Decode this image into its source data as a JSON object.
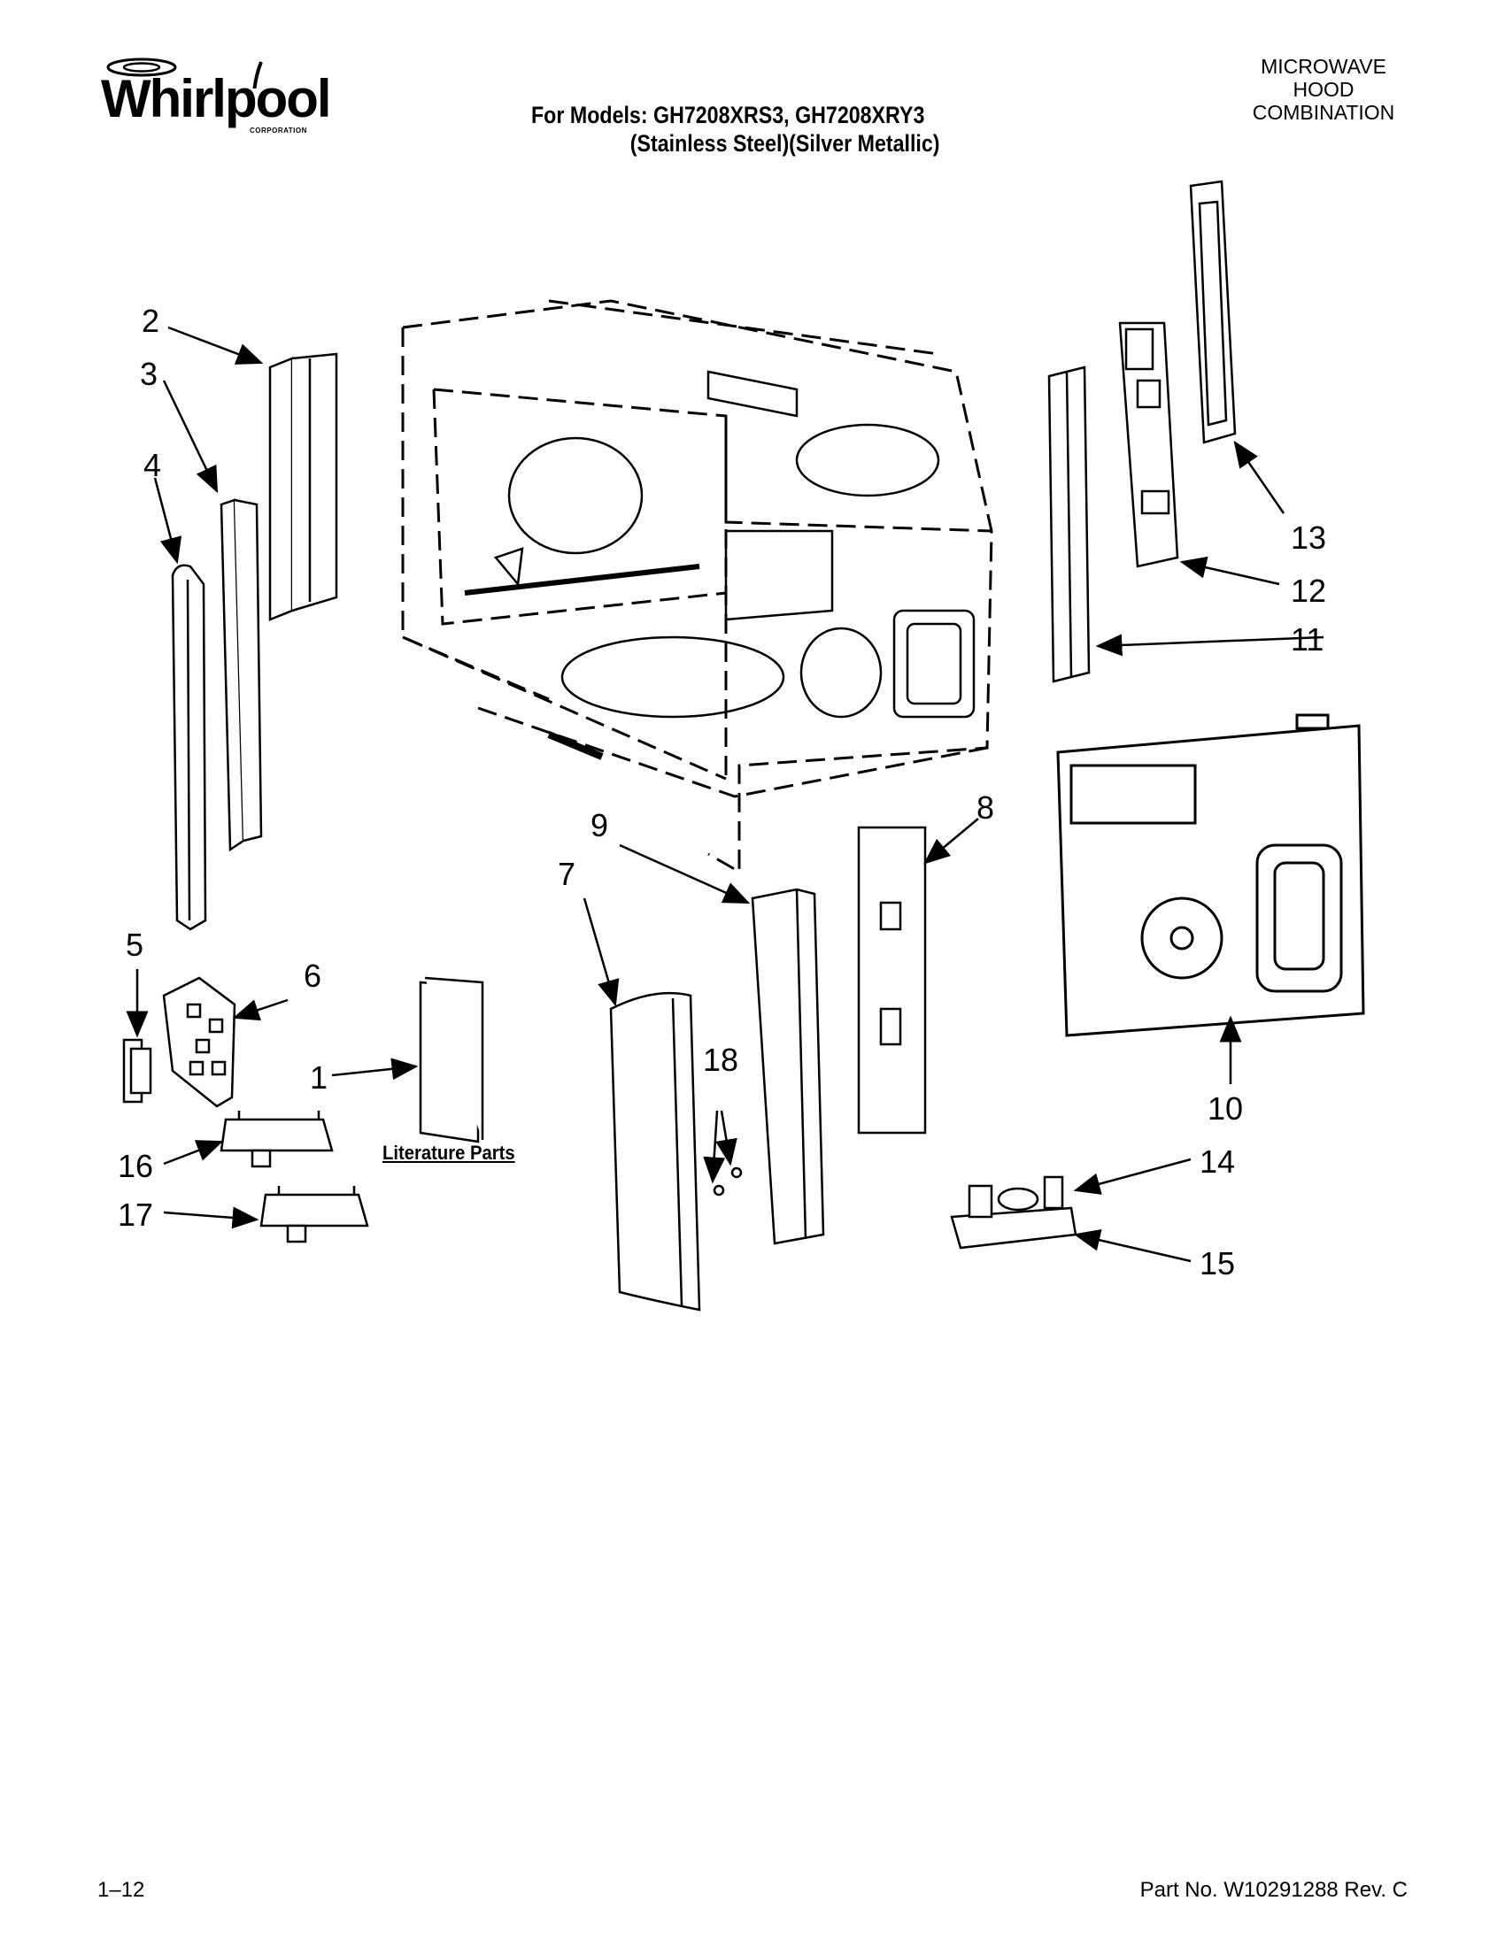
{
  "brand": {
    "name": "Whirlpool",
    "corporation": "CORPORATION"
  },
  "header": {
    "models_line1": "For Models: GH7208XRS3, GH7208XRY3",
    "models_line2": "(Stainless Steel)(Silver Metallic)",
    "category": [
      "MICROWAVE",
      "HOOD",
      "COMBINATION"
    ]
  },
  "diagram": {
    "callouts": [
      "1",
      "2",
      "3",
      "4",
      "5",
      "6",
      "7",
      "8",
      "9",
      "10",
      "11",
      "12",
      "13",
      "14",
      "15",
      "16",
      "17",
      "18"
    ],
    "literature_label": "Literature Parts"
  },
  "footer": {
    "page": "1–12",
    "part_no": "Part No. W10291288 Rev. C"
  }
}
